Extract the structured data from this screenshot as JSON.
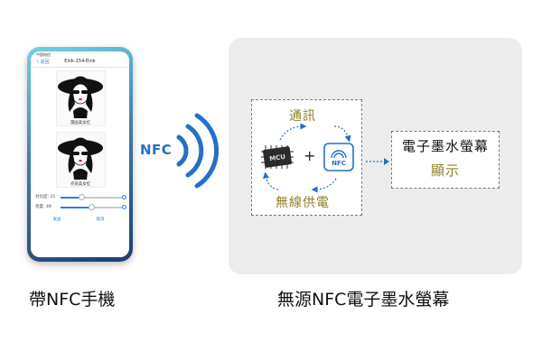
{
  "phone": {
    "status_text": "中国电信",
    "nav_back": "〈 返回",
    "nav_title": "Eink-154-Eink",
    "images": [
      {
        "caption": "漫画美女红"
      },
      {
        "caption": "点染美女红"
      }
    ],
    "sliders": [
      {
        "label": "对比度:",
        "value": "25",
        "level": 0.35
      },
      {
        "label": "亮度:",
        "value": "49",
        "level": 0.5
      }
    ],
    "buttons": [
      "发送",
      "取消"
    ]
  },
  "nfc_label": "NFC",
  "diagram": {
    "comm_label": "通訊",
    "power_label": "無線供電",
    "mcu_text": "MCU",
    "nfc_chip_text": "NFC",
    "plus": "+",
    "display_line1": "電子墨水螢幕",
    "display_line2": "顯示"
  },
  "captions": {
    "left": "帶NFC手機",
    "right": "無源NFC電子墨水螢幕"
  },
  "colors": {
    "accent_blue": "#2470c9",
    "label_olive": "#8e8225",
    "panel_gray": "#ececec"
  }
}
